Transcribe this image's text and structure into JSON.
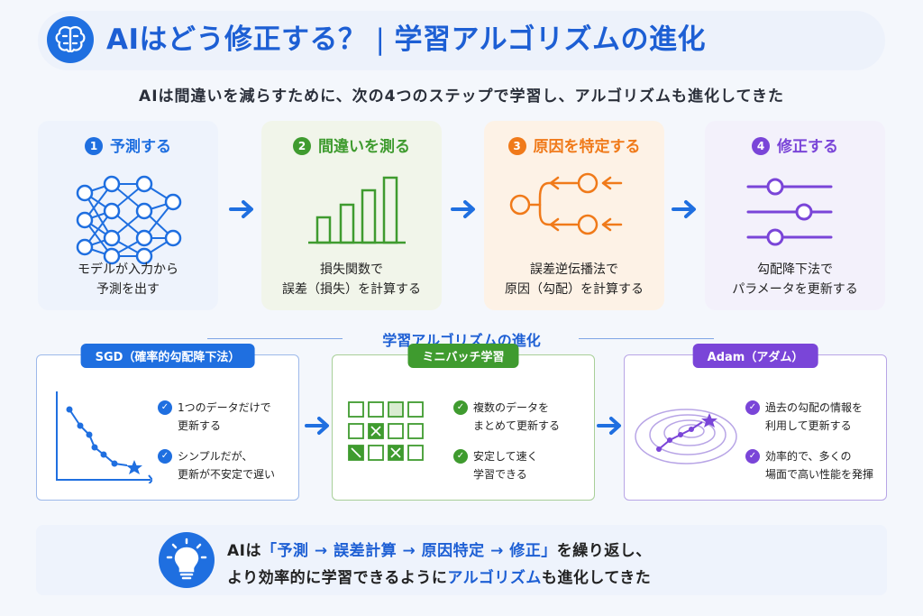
{
  "header": {
    "title": "AIはどう修正する？",
    "separator": "|",
    "title_right": "学習アルゴリズムの進化",
    "icon": "brain-icon"
  },
  "subtitle": "AIは間違いを減らすために、次の4つのステップで学習し、アルゴリズムも進化してきた",
  "steps": [
    {
      "num": "1",
      "label": "予測する",
      "icon": "neural-network-icon",
      "desc1": "モデルが入力から",
      "desc2": "予測を出す",
      "color": "#1f6fe0"
    },
    {
      "num": "2",
      "label": "間違いを測る",
      "icon": "bar-chart-icon",
      "desc1": "損失関数で",
      "desc2": "誤差（損失）を計算する",
      "color": "#3f9b2f"
    },
    {
      "num": "3",
      "label": "原因を特定する",
      "icon": "backprop-icon",
      "desc1": "誤差逆伝播法で",
      "desc2": "原因（勾配）を計算する",
      "color": "#f07a1a"
    },
    {
      "num": "4",
      "label": "修正する",
      "icon": "sliders-icon",
      "desc1": "勾配降下法で",
      "desc2": "パラメータを更新する",
      "color": "#7a45d8"
    }
  ],
  "evolution": {
    "title": "学習アルゴリズムの進化",
    "cards": [
      {
        "label": "SGD（確率的勾配降下法）",
        "color": "#1f6fe0",
        "points": [
          [
            "1つのデータだけで",
            "更新する"
          ],
          [
            "シンプルだが、",
            "更新が不安定で遅い"
          ]
        ]
      },
      {
        "label": "ミニバッチ学習",
        "color": "#3f9b2f",
        "points": [
          [
            "複数のデータを",
            "まとめて更新する"
          ],
          [
            "安定して速く",
            "学習できる"
          ]
        ]
      },
      {
        "label": "Adam（アダム）",
        "color": "#7a45d8",
        "points": [
          [
            "過去の勾配の情報を",
            "利用して更新する"
          ],
          [
            "効率的で、多くの",
            "場面で高い性能を発揮"
          ]
        ]
      }
    ]
  },
  "summary": {
    "icon": "lightbulb-icon",
    "l1_a": "AIは",
    "l1_b": "「予測 → 誤差計算 → 原因特定 → 修正」",
    "l1_c": "を繰り返し、",
    "l2_a": "より効率的に学習できるように",
    "l2_b": "アルゴリズム",
    "l2_c": "も進化してきた"
  }
}
